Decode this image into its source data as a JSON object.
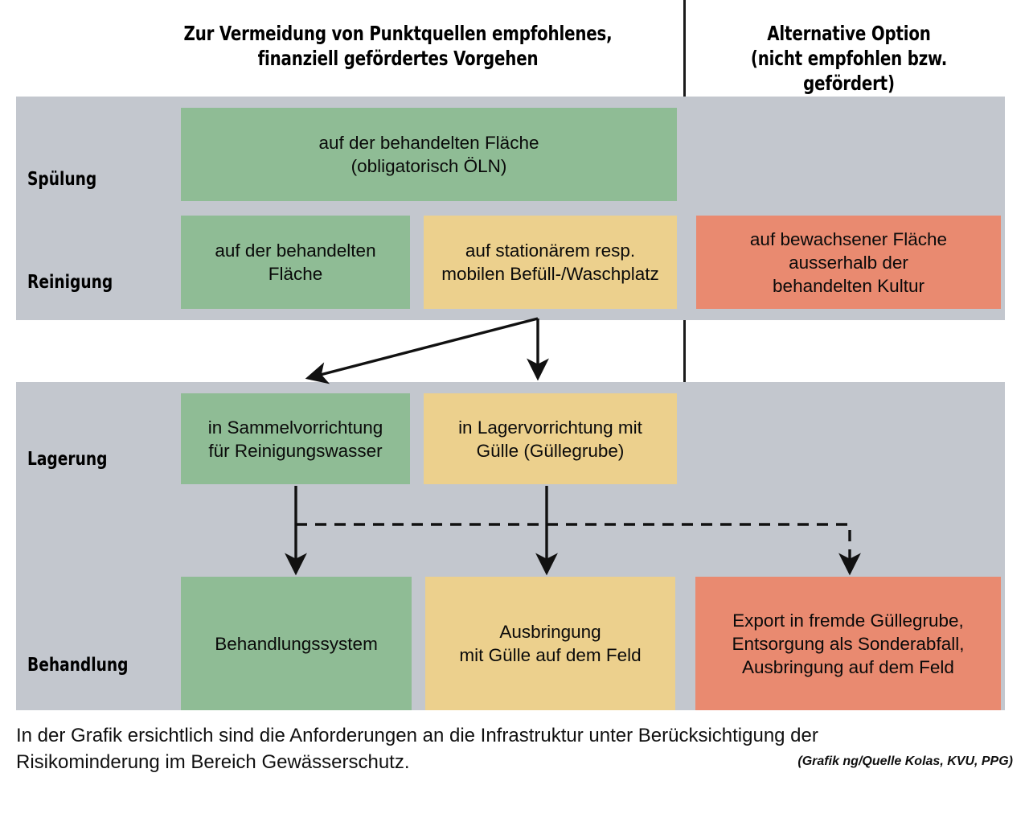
{
  "headers": {
    "recommended": "Zur Vermeidung von Punktquellen empfohlenes,\nfinanziell gefördertes Vorgehen",
    "alternative": "Alternative Option\n(nicht empfohlen bzw. gefördert)"
  },
  "rows": [
    {
      "key": "spuelung",
      "label": "Spülung"
    },
    {
      "key": "reinigung",
      "label": "Reinigung"
    },
    {
      "key": "lagerung",
      "label": "Lagerung"
    },
    {
      "key": "behandlung",
      "label": "Behandlung"
    }
  ],
  "boxes": {
    "spuelung_green": "auf der behandelten Fläche\n(obligatorisch ÖLN)",
    "reinigung_green": "auf der behandelten\nFläche",
    "reinigung_yellow": "auf stationärem resp.\nmobilen Befüll-/Waschplatz",
    "reinigung_red": "auf bewachsener Fläche\nausserhalb der\nbehandelten Kultur",
    "lagerung_green": "in Sammelvorrichtung\nfür Reinigungswasser",
    "lagerung_yellow": "in Lagervorrichtung mit\nGülle (Güllegrube)",
    "behandlung_green": "Behandlungssystem",
    "behandlung_yellow": "Ausbringung\nmit Gülle auf dem Feld",
    "behandlung_red": "Export in fremde Güllegrube,\nEntsorgung als Sonderabfall,\nAusbringung auf dem Feld"
  },
  "caption": {
    "text": "In der Grafik ersichtlich sind die Anforderungen an die Infrastruktur unter Berücksichtigung der Risikominderung im Bereich Gewässerschutz.",
    "credit": "(Grafik ng/Quelle Kolas, KVU, PPG)"
  },
  "colors": {
    "green": "#8fbc95",
    "yellow": "#ecd08d",
    "red": "#e98a70",
    "band_gray": "#c3c7ce",
    "line": "#111111",
    "background": "#ffffff"
  },
  "flows": [
    {
      "name": "waschplatz-to-sammelvorrichtung",
      "style": "solid",
      "from": "reinigung_yellow",
      "to": "lagerung_green"
    },
    {
      "name": "waschplatz-to-lagervorrichtung",
      "style": "solid",
      "from": "reinigung_yellow",
      "to": "lagerung_yellow"
    },
    {
      "name": "sammelvorrichtung-to-behandlungssystem",
      "style": "solid",
      "from": "lagerung_green",
      "to": "behandlung_green"
    },
    {
      "name": "lagervorrichtung-to-ausbringung",
      "style": "solid",
      "from": "lagerung_yellow",
      "to": "behandlung_yellow"
    },
    {
      "name": "sammelvorrichtung-to-export",
      "style": "dashed",
      "from": "lagerung_green",
      "to": "behandlung_red"
    }
  ]
}
